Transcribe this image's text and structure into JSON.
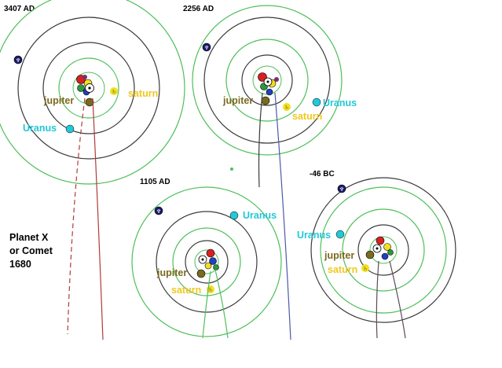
{
  "colors": {
    "orbit_green": "#4fbf5a",
    "orbit_dark": "#3a3a3a",
    "jupiter": "#7a6a1e",
    "saturn": "#f0c81e",
    "uranus": "#22c8d8",
    "path_red": "#b03a3a",
    "path_blue": "#4a5aa8",
    "path_dark": "#5a4a5a"
  },
  "icons": {
    "uranus": "uranus-symbol-icon",
    "saturn": "saturn-symbol-icon",
    "jupiter": "jupiter-symbol-icon",
    "outer_planet": "neptune-symbol-icon"
  },
  "side_label": {
    "line1": "Planet X",
    "line2": "or Comet",
    "line3": "1680"
  },
  "panels": [
    {
      "id": "p3407",
      "year": "3407 AD",
      "labels": {
        "jupiter": "jupiter",
        "saturn": "saturn",
        "uranus": "Uranus"
      }
    },
    {
      "id": "p2256",
      "year": "2256 AD",
      "labels": {
        "jupiter": "jupiter",
        "saturn": "saturn",
        "uranus": "Uranus"
      }
    },
    {
      "id": "p1105",
      "year": "1105 AD",
      "labels": {
        "jupiter": "jupiter",
        "saturn": "saturn",
        "uranus": "Uranus"
      }
    },
    {
      "id": "m46",
      "year": "-46 BC",
      "labels": {
        "jupiter": "jupiter",
        "saturn": "saturn",
        "uranus": "Uranus"
      }
    }
  ]
}
